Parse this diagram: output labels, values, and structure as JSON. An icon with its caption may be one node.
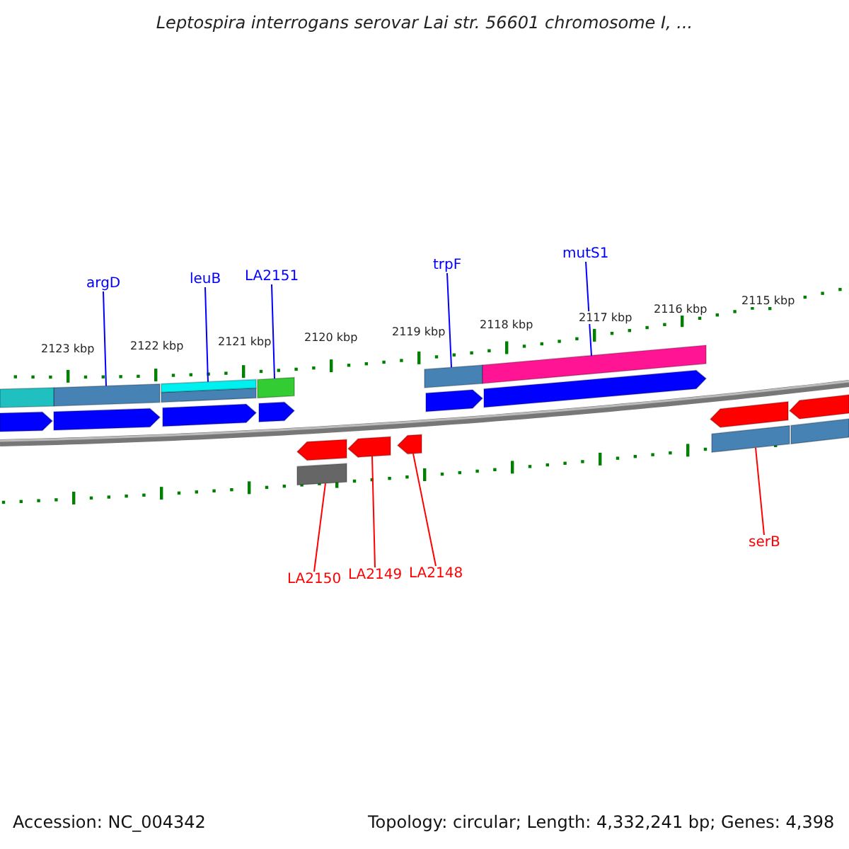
{
  "diagram": {
    "title": "Leptospira interrogans serovar Lai str. 56601 chromosome I, ...",
    "nodes": [
      {
        "text": [
          "argD"
        ]
      },
      {
        "text": [
          "leuB"
        ]
      },
      {
        "text": [
          "LA2151"
        ]
      },
      {
        "text": [
          "trpF"
        ]
      },
      {
        "text": [
          "mutS1"
        ]
      },
      {
        "text": [
          "LA2150"
        ]
      },
      {
        "text": [
          "LA2149"
        ]
      },
      {
        "text": [
          "LA2148"
        ]
      },
      {
        "text": [
          "serB"
        ]
      },
      {
        "text": [],
        "shape": "bar"
      },
      {
        "text": [],
        "shape": "bar"
      },
      {
        "text": [],
        "shape": "bar"
      },
      {
        "text": [],
        "shape": "bar"
      },
      {
        "text": [],
        "shape": "bar"
      },
      {
        "text": [],
        "shape": "bar"
      },
      {
        "text": [],
        "shape": "arrow"
      },
      {
        "text": [],
        "shape": "arrow"
      },
      {
        "text": [],
        "shape": "bar"
      },
      {
        "text": [],
        "shape": "bar"
      },
      {
        "text": [],
        "shape": "arrow"
      },
      {
        "text": [],
        "shape": "arrow"
      },
      {
        "text": [],
        "shape": "arrow"
      },
      {
        "text": [],
        "shape": "arrow"
      },
      {
        "text": [],
        "shape": "arrow"
      },
      {
        "text": [],
        "shape": "arrow"
      },
      {
        "text": [],
        "shape": "arrow"
      },
      {
        "text": [],
        "shape": "arrow"
      },
      {
        "text": [],
        "shape": "arrow"
      },
      {
        "text": [],
        "shape": "bar"
      }
    ],
    "edges": [
      {
        "from": 0,
        "to": 9,
        "arrow": "none"
      },
      {
        "from": 1,
        "to": 10,
        "arrow": "none"
      },
      {
        "from": 2,
        "to": 11,
        "arrow": "none"
      },
      {
        "from": 3,
        "to": 12,
        "arrow": "none"
      },
      {
        "from": 4,
        "to": 13,
        "arrow": "none"
      },
      {
        "from": 5,
        "to": 14,
        "arrow": "none",
        "color": "#ff0000"
      },
      {
        "from": 6,
        "to": 15,
        "arrow": "none",
        "color": "#ff0000"
      },
      {
        "from": 7,
        "to": 16,
        "arrow": "none",
        "color": "#ff0000"
      },
      {
        "from": 8,
        "to": 17,
        "arrow": "none",
        "color": "#ff0000"
      }
    ],
    "labels": [
      "2123 kbp",
      "2122 kbp",
      "2121 kbp",
      "2120 kbp",
      "2119 kbp",
      "2118 kbp",
      "2117 kbp",
      "2116 kbp",
      "2115 kbp",
      "Accession: NC_004342",
      "Topology: circular; Length: 4,332,241 bp; Genes: 4,398"
    ]
  }
}
